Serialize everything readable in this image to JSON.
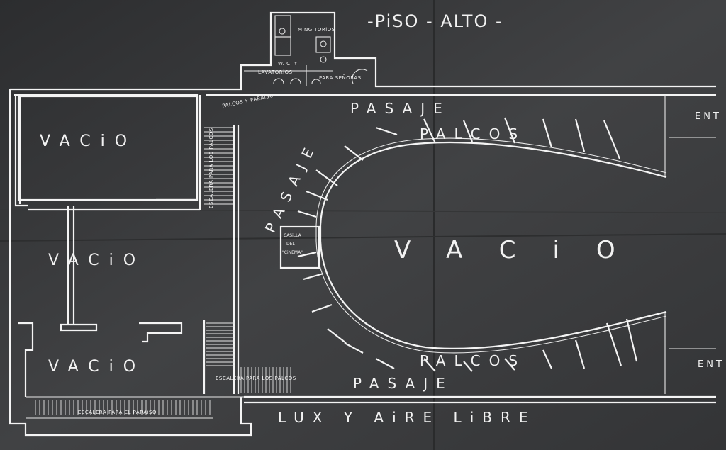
{
  "title": "-PiSO - ALTO -",
  "rooms": {
    "vacio_1": "VACiO",
    "vacio_2": "VACiO",
    "vacio_3": "VACiO",
    "vacio_main": "VACiO"
  },
  "corridors": {
    "pasaje_top": "PASAJE",
    "pasaje_bottom": "PASAJE",
    "pasaje_left": "PASAJE",
    "palcos_top": "PALCOS",
    "palcos_bottom": "PALCOS"
  },
  "bathrooms": {
    "mingitorios": "MiNGiTORiOS",
    "wc": "W. C. Y",
    "lavatorios": "LAVATORiOS",
    "para_senoras": "PARA SEÑORAS"
  },
  "booth": {
    "line1": "CASiLLA",
    "line2": "DEL",
    "line3": "\"CiNEMA\""
  },
  "stairs": {
    "escalera_left": "ESCALERA PARA LOS PALCOS",
    "escalera_paraiso_side": "PALCOS Y PARAiSO",
    "escalera_bottom": "ESCALERA PARA LOS PALCOS",
    "escalera_paraiso": "ESCALERA PARA EL PARAiSO"
  },
  "edge_labels": {
    "ent_top": "ENT",
    "ent_bottom": "ENT"
  },
  "footer": "LUX Y AiRE LiBRE"
}
